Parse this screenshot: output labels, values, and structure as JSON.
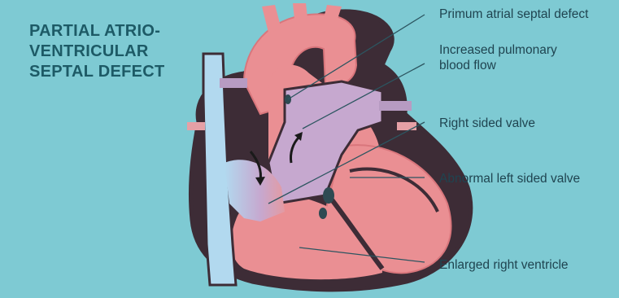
{
  "title": {
    "line1": "PARTIAL ATRIO-",
    "line2": "VENTRICULAR",
    "line3": "SEPTAL DEFECT"
  },
  "labels": {
    "primum": "Primum atrial septal defect",
    "pulmonary_line1": "Increased pulmonary",
    "pulmonary_line2": "blood flow",
    "right_valve": "Right sided valve",
    "left_valve": "Abnormal left sided valve",
    "ventricle": "Enlarged right ventricle"
  },
  "colors": {
    "background": "#7ecad3",
    "heart_red": "#ea8f93",
    "heart_dark": "#d9767c",
    "vein_blue": "#b2d9ef",
    "mixed_purple": "#bfa5c7",
    "leader_line": "#2c5560",
    "title_text": "#1d5a66"
  }
}
